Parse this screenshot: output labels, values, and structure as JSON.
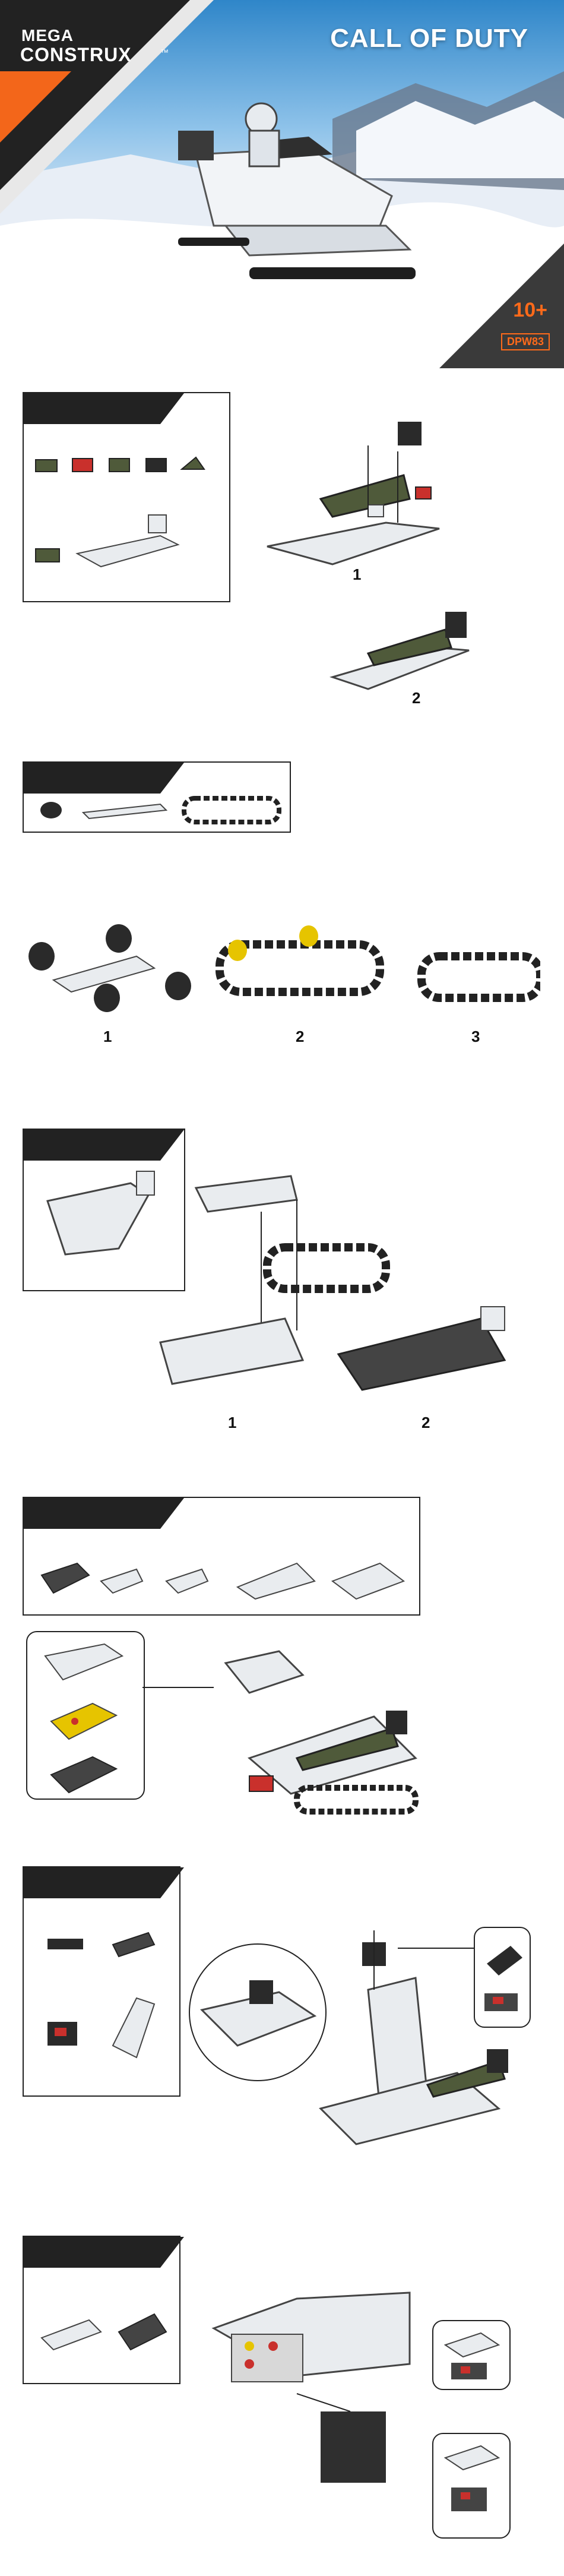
{
  "brand": {
    "mega": "MEGA",
    "construx": "CONSTRUX",
    "tm": "™",
    "franchise": "CALL OF DUTY",
    "age": "10+",
    "product_code": "DPW83"
  },
  "steps": {
    "s1": {
      "sub1": "1",
      "sub2": "2"
    },
    "s2": {
      "sub1": "1",
      "sub2": "2",
      "sub3": "3"
    },
    "s3": {
      "sub1": "1",
      "sub2": "2"
    }
  },
  "colors": {
    "olive": "#4f5a3a",
    "red": "#c9302c",
    "dark": "#2a2a2a",
    "white_part": "#e9ecef",
    "orange": "#ff6a1a"
  }
}
